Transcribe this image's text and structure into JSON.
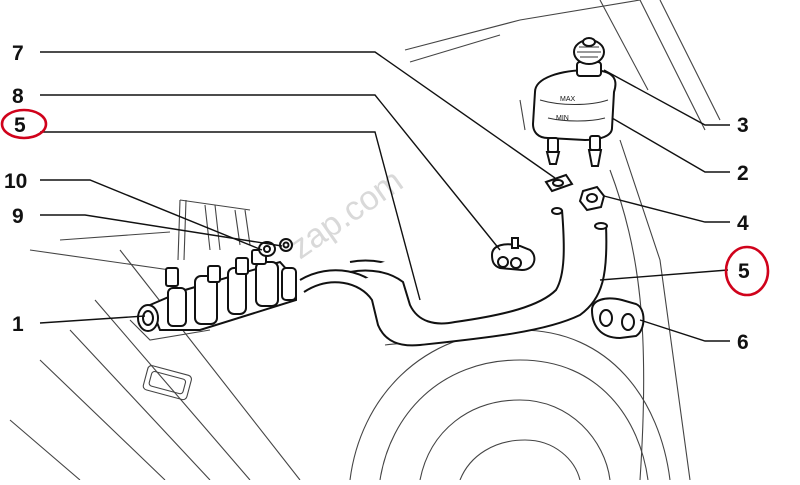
{
  "diagram": {
    "callouts": {
      "c7": "7",
      "c8": "8",
      "c5_left": "5",
      "c10": "10",
      "c9": "9",
      "c1": "1",
      "c3": "3",
      "c2": "2",
      "c4": "4",
      "c5_right": "5",
      "c6": "6"
    },
    "reservoir_marks": {
      "max": "MAX",
      "min": "MIN"
    },
    "watermark": "zap.com",
    "highlight_color": "#d0021b"
  }
}
